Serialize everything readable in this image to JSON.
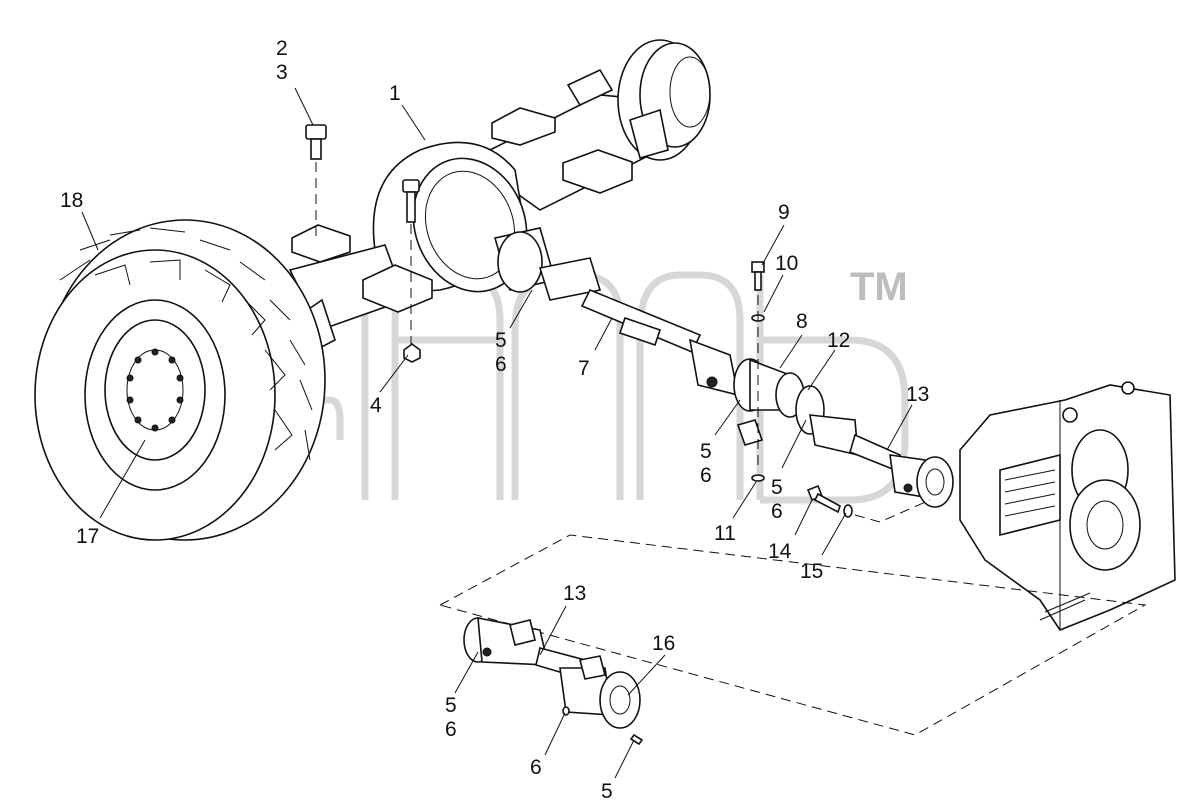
{
  "diagram": {
    "callouts": [
      {
        "id": "c-2",
        "text": "2"
      },
      {
        "id": "c-3",
        "text": "3"
      },
      {
        "id": "c-1",
        "text": "1"
      },
      {
        "id": "c-18",
        "text": "18"
      },
      {
        "id": "c-9",
        "text": "9"
      },
      {
        "id": "c-10",
        "text": "10"
      },
      {
        "id": "c-8",
        "text": "8"
      },
      {
        "id": "c-12",
        "text": "12"
      },
      {
        "id": "c-5a",
        "text": "5"
      },
      {
        "id": "c-6a",
        "text": "6"
      },
      {
        "id": "c-7",
        "text": "7"
      },
      {
        "id": "c-4",
        "text": "4"
      },
      {
        "id": "c-13a",
        "text": "13"
      },
      {
        "id": "c-5b",
        "text": "5"
      },
      {
        "id": "c-6b",
        "text": "6"
      },
      {
        "id": "c-5c",
        "text": "5"
      },
      {
        "id": "c-6c",
        "text": "6"
      },
      {
        "id": "c-11",
        "text": "11"
      },
      {
        "id": "c-14",
        "text": "14"
      },
      {
        "id": "c-15",
        "text": "15"
      },
      {
        "id": "c-17",
        "text": "17"
      },
      {
        "id": "c-13b",
        "text": "13"
      },
      {
        "id": "c-16",
        "text": "16"
      },
      {
        "id": "c-5d",
        "text": "5"
      },
      {
        "id": "c-6d",
        "text": "6"
      },
      {
        "id": "c-6e",
        "text": "6"
      },
      {
        "id": "c-5e",
        "text": "5"
      }
    ],
    "watermark": {
      "trademark": "TM"
    }
  }
}
